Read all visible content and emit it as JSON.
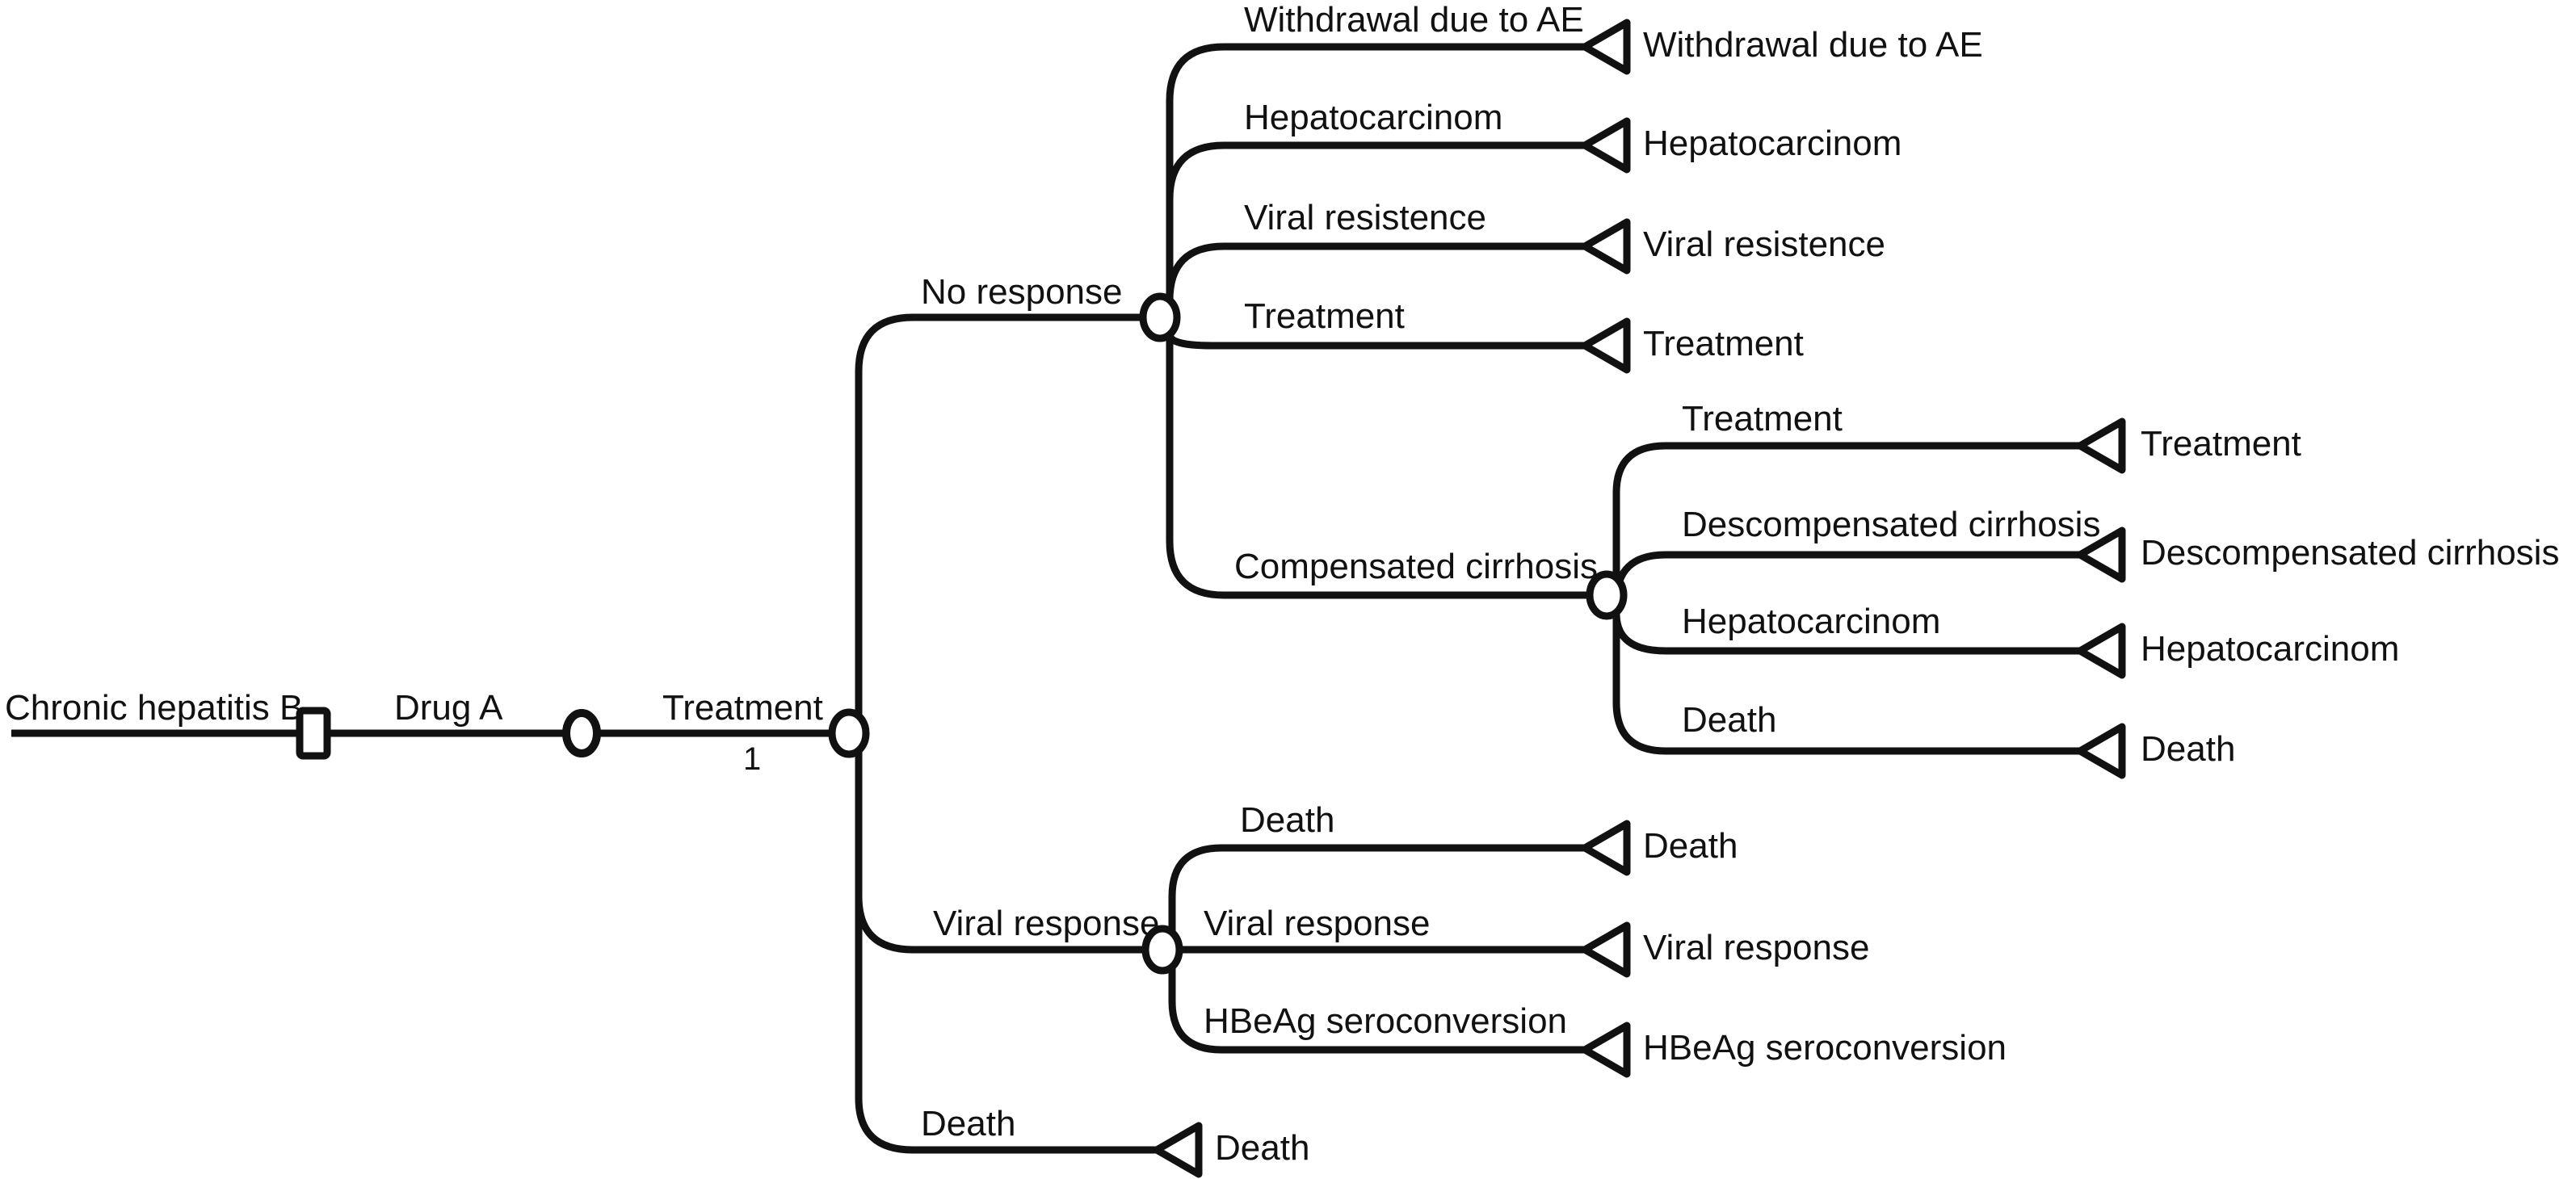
{
  "diagram": {
    "type": "decision-tree",
    "title": "",
    "colors": {
      "line": "#111111",
      "text": "#111111",
      "background": "#ffffff"
    },
    "root": {
      "label": "Chronic hepatitis B",
      "node_type": "decision-square"
    },
    "arm": {
      "label": "Drug A",
      "node_type": "chance-circle-small"
    },
    "treatment_branch": {
      "label": "Treatment",
      "sublabel": "1",
      "node_type": "chance-circle"
    },
    "branches": [
      {
        "label": "No response",
        "node_type": "chance-circle",
        "children": [
          {
            "label": "Withdrawal due to AE",
            "terminal": "Withdrawal due to AE"
          },
          {
            "label": "Hepatocarcinom",
            "terminal": "Hepatocarcinom"
          },
          {
            "label": "Viral resistence",
            "terminal": "Viral resistence"
          },
          {
            "label": "Treatment",
            "terminal": "Treatment"
          },
          {
            "label": "Compensated cirrhosis",
            "node_type": "chance-circle",
            "children": [
              {
                "label": "Treatment",
                "terminal": "Treatment"
              },
              {
                "label": "Descompensated cirrhosis",
                "terminal": "Descompensated cirrhosis"
              },
              {
                "label": "Hepatocarcinom",
                "terminal": "Hepatocarcinom"
              },
              {
                "label": "Death",
                "terminal": "Death"
              }
            ]
          }
        ]
      },
      {
        "label": "Viral response",
        "node_type": "chance-circle",
        "children": [
          {
            "label": "Death",
            "terminal": "Death"
          },
          {
            "label": "Viral response",
            "terminal": "Viral response"
          },
          {
            "label": "HBeAg seroconversion",
            "terminal": "HBeAg seroconversion"
          }
        ]
      },
      {
        "label": "Death",
        "terminal": "Death"
      }
    ]
  },
  "labels": {
    "root": "Chronic hepatitis B",
    "drug_a": "Drug A",
    "treatment_main": "Treatment",
    "treatment_main_num": "1",
    "no_response": "No response",
    "withdrawal_ae": "Withdrawal due to AE",
    "hepatocarcinom": "Hepatocarcinom",
    "viral_resistence": "Viral resistence",
    "treatment": "Treatment",
    "compensated_cirrhosis": "Compensated cirrhosis",
    "descompensated_cirrhosis": "Descompensated cirrhosis",
    "death": "Death",
    "viral_response": "Viral response",
    "hbeag_seroconversion": "HBeAg seroconversion"
  },
  "terminals": {
    "withdrawal_ae": "Withdrawal due to AE",
    "hepatocarcinom": "Hepatocarcinom",
    "viral_resistence": "Viral resistence",
    "treatment": "Treatment",
    "treatment_cc": "Treatment",
    "descompensated_cirrhosis": "Descompensated cirrhosis",
    "hepatocarcinom_cc": "Hepatocarcinom",
    "death_cc": "Death",
    "death_vr": "Death",
    "viral_response": "Viral response",
    "hbeag_seroconversion": "HBeAg seroconversion",
    "death_main": "Death"
  }
}
